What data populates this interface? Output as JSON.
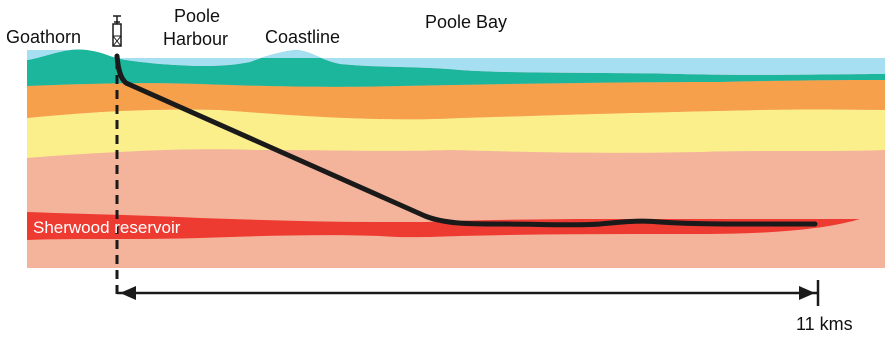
{
  "labels": {
    "goathorn": "Goathorn",
    "poole_harbour_line1": "Poole",
    "poole_harbour_line2": "Harbour",
    "coastline": "Coastline",
    "poole_bay": "Poole Bay",
    "reservoir": "Sherwood reservoir",
    "distance": "11 kms"
  },
  "colors": {
    "sea": "#a6dff2",
    "top_layer": "#1bb69c",
    "orange_layer": "#f6a04b",
    "yellow_layer": "#fbef8c",
    "pink_layer": "#f4b39b",
    "reservoir": "#ee3b32",
    "well_path": "#1a1a1a"
  },
  "icons": {
    "rig": "drilling-rig-icon"
  }
}
